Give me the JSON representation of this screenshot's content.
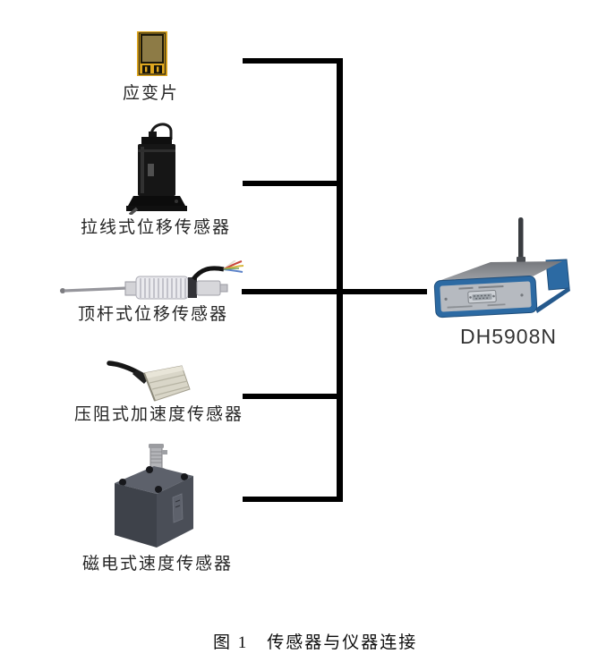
{
  "figure": {
    "caption": "图 1　传感器与仪器连接",
    "sensors": [
      {
        "id": "strain-gauge",
        "label": "应变片"
      },
      {
        "id": "pull-wire-displacement-sensor",
        "label": "拉线式位移传感器"
      },
      {
        "id": "push-rod-displacement-sensor",
        "label": "顶杆式位移传感器"
      },
      {
        "id": "piezoresistive-accelerometer",
        "label": "压阻式加速度传感器"
      },
      {
        "id": "magnetoelectric-velocity-sensor",
        "label": "磁电式速度传感器"
      }
    ],
    "instrument": {
      "label": "DH5908N"
    },
    "colors": {
      "connector_line": "#000000",
      "instrument_bezel_blue": "#2c6aa3",
      "strain_gauge_gold": "#dfa71f"
    }
  }
}
